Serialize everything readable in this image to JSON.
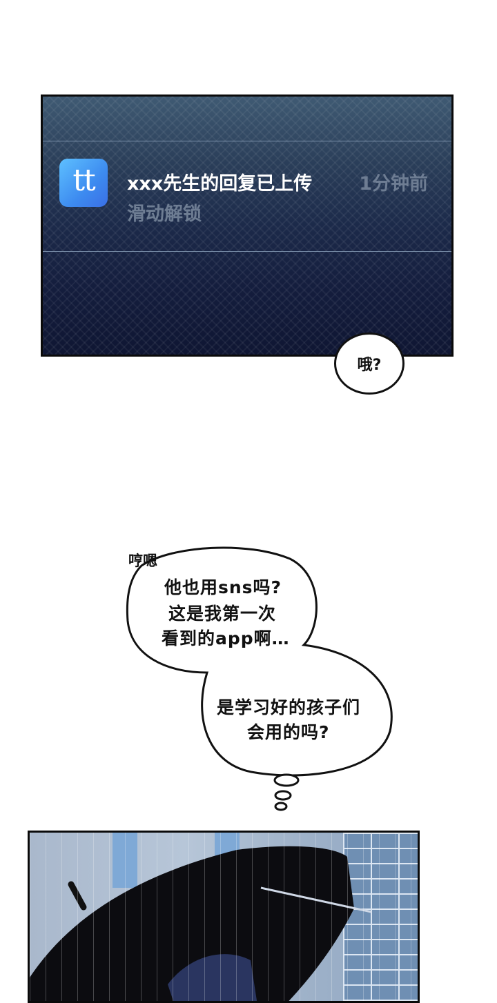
{
  "panel1": {
    "notification": {
      "app_icon": {
        "name": "tt-app-icon",
        "text": "tt",
        "colors": [
          "#5ec0ff",
          "#3a6fe6"
        ]
      },
      "title": "xxx先生的回复已上传",
      "time": "1分钟前",
      "subtitle": "滑动解锁"
    },
    "speech_bubble": "哦?"
  },
  "thought_bubble": {
    "sfx": "哼嗯",
    "lines_top": [
      "他也用sns吗?",
      "这是我第一次",
      "看到的app啊…"
    ],
    "lines_bottom": [
      "是学习好的孩子们",
      "会用的吗?"
    ]
  },
  "panel2": {
    "scene": "umbrella-in-rain"
  },
  "colors": {
    "notification_bg_top": "#3f5a73",
    "notification_bg_bottom": "#0f1633",
    "muted_text": "#6e7d93"
  }
}
